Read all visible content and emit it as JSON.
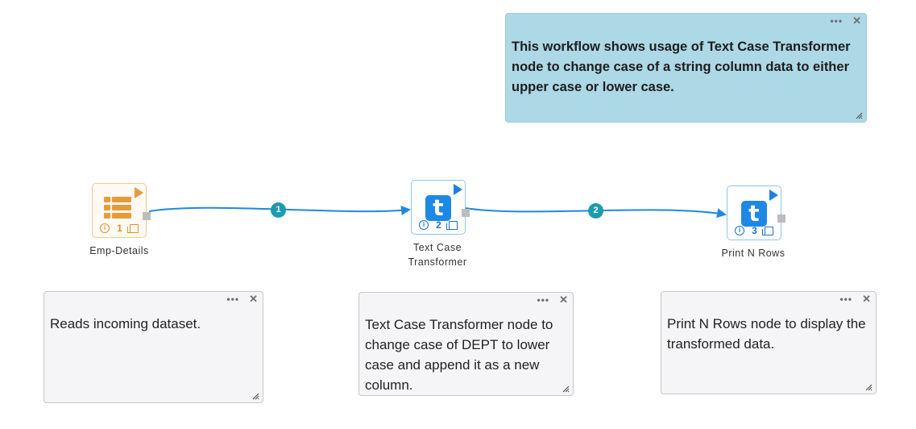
{
  "notes": {
    "workflow_description": "This workflow shows usage of Text Case Transformer node to change case of a string column data to either upper case or lower case.",
    "note1": "Reads incoming dataset.",
    "note2": "Text Case Transformer node to change case of DEPT to lower case and append it as a new column.",
    "note3": "Print N Rows node to display the transformed data.",
    "menu_glyph": "•••",
    "close_glyph": "✕"
  },
  "nodes": [
    {
      "label": "Emp-Details",
      "number": "1",
      "icon": "table-source-icon"
    },
    {
      "label": "Text Case\nTransformer",
      "number": "2",
      "icon": "t-icon",
      "glyph": "t"
    },
    {
      "label": "Print N Rows",
      "number": "3",
      "icon": "t-icon",
      "glyph": "t"
    }
  ],
  "edges": [
    {
      "label": "1"
    },
    {
      "label": "2"
    }
  ],
  "colors": {
    "edge": "#1e88e5",
    "edge_badge": "#1c9cb0",
    "note_blue": "#add8e6",
    "source_node": "#e89a3b",
    "transform_node": "#1e88e5"
  }
}
